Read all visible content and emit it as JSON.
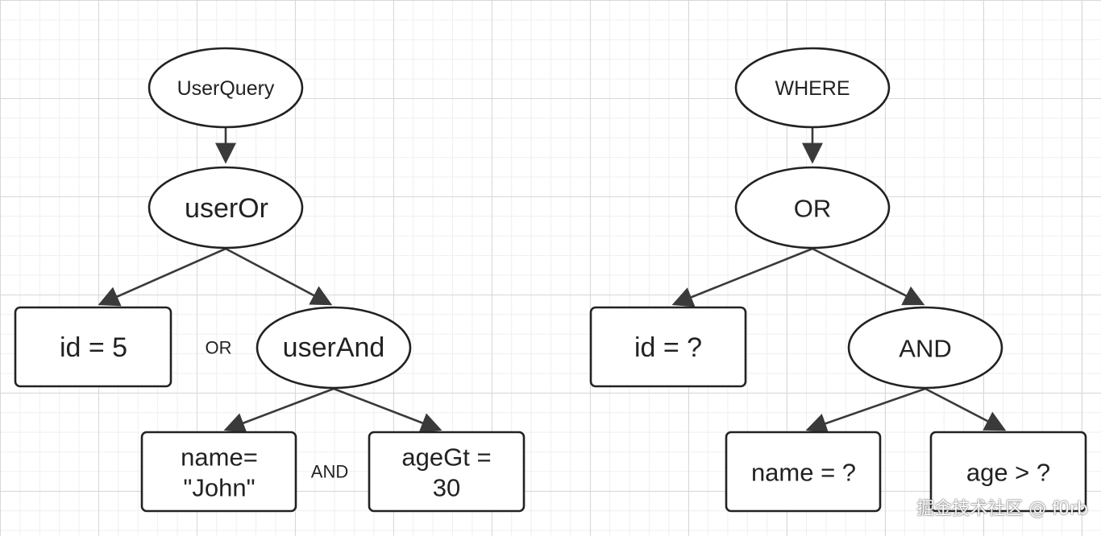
{
  "left_tree": {
    "root": "UserQuery",
    "or_node": "userOr",
    "id_leaf": "id = 5",
    "or_label": "OR",
    "and_node": "userAnd",
    "name_leaf_line1": "name=",
    "name_leaf_line2": "\"John\"",
    "and_label": "AND",
    "age_leaf_line1": "ageGt =",
    "age_leaf_line2": "30"
  },
  "right_tree": {
    "root": "WHERE",
    "or_node": "OR",
    "id_leaf": "id = ?",
    "and_node": "AND",
    "name_leaf": "name = ?",
    "age_leaf": "age > ?"
  },
  "watermark": "掘金技术社区 @ f0rb",
  "colors": {
    "stroke": "#222222",
    "edge": "#3a3a3a",
    "grid": "#d8d8d8"
  }
}
